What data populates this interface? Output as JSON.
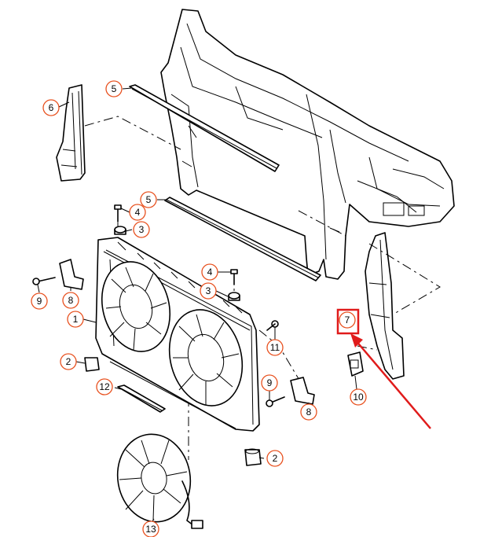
{
  "diagram": {
    "callouts": [
      {
        "id": "c1",
        "label": "1"
      },
      {
        "id": "c2a",
        "label": "2"
      },
      {
        "id": "c2b",
        "label": "2"
      },
      {
        "id": "c3a",
        "label": "3"
      },
      {
        "id": "c3b",
        "label": "3"
      },
      {
        "id": "c4a",
        "label": "4"
      },
      {
        "id": "c4b",
        "label": "4"
      },
      {
        "id": "c5a",
        "label": "5"
      },
      {
        "id": "c5b",
        "label": "5"
      },
      {
        "id": "c6",
        "label": "6"
      },
      {
        "id": "c7",
        "label": "7"
      },
      {
        "id": "c8a",
        "label": "8"
      },
      {
        "id": "c8b",
        "label": "8"
      },
      {
        "id": "c9a",
        "label": "9"
      },
      {
        "id": "c9b",
        "label": "9"
      },
      {
        "id": "c10",
        "label": "10"
      },
      {
        "id": "c11",
        "label": "11"
      },
      {
        "id": "c12",
        "label": "12"
      },
      {
        "id": "c13",
        "label": "13"
      }
    ],
    "highlight": {
      "target": "7",
      "box_color": "#e01b1b",
      "arrow_color": "#e01b1b"
    },
    "callout_ring_color": "#e8501e"
  }
}
